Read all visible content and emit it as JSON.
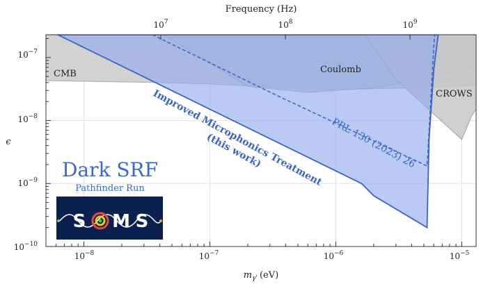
{
  "chart_data": {
    "type": "area",
    "xlabel": "m",
    "xlabel_sub": "γ'",
    "xlabel_unit": "(eV)",
    "ylabel": "ϵ",
    "top_xlabel": "Frequency (Hz)",
    "xscale": "log",
    "yscale": "log",
    "xlim": [
      5e-09,
      1.3e-05
    ],
    "ylim": [
      1e-10,
      2.3e-07
    ],
    "grid": true,
    "x_ticks": [
      {
        "base": "10",
        "exp": "−8",
        "value": 1e-08
      },
      {
        "base": "10",
        "exp": "−7",
        "value": 1e-07
      },
      {
        "base": "10",
        "exp": "−6",
        "value": 1e-06
      },
      {
        "base": "10",
        "exp": "−5",
        "value": 1e-05
      }
    ],
    "y_ticks": [
      {
        "base": "10",
        "exp": "−10",
        "value": 1e-10
      },
      {
        "base": "10",
        "exp": "−9",
        "value": 1e-09
      },
      {
        "base": "10",
        "exp": "−8",
        "value": 1e-08
      },
      {
        "base": "10",
        "exp": "−7",
        "value": 1e-07
      }
    ],
    "top_ticks": [
      {
        "base": "10",
        "exp": "7",
        "value": 10000000.0
      },
      {
        "base": "10",
        "exp": "8",
        "value": 100000000.0
      },
      {
        "base": "10",
        "exp": "9",
        "value": 1000000000.0
      }
    ],
    "series": [
      {
        "name": "Improved Microphonics Treatment (this work)",
        "color": "#3a63c8",
        "fill": "#a9bff0",
        "points": [
          [
            6.2e-09,
            2.3e-07
          ],
          [
            1.6e-06,
            1e-09
          ],
          [
            2e-06,
            6.4e-10
          ],
          [
            5.3e-06,
            2e-10
          ],
          [
            5.5e-06,
            5e-09
          ],
          [
            6e-06,
            6.5e-08
          ],
          [
            6.5e-06,
            2.3e-07
          ]
        ]
      },
      {
        "name": "PRL 130 (2023) 26",
        "color": "#3a63c8",
        "dashed": true,
        "points": [
          [
            3.5e-08,
            2.3e-07
          ],
          [
            3.4e-07,
            2.5e-08
          ],
          [
            5.3e-06,
            1.9e-09
          ],
          [
            6e-06,
            1.5e-07
          ],
          [
            6.1e-06,
            2.3e-07
          ]
        ]
      },
      {
        "name": "CMB",
        "color": "#aaaaaa",
        "fill": "#d2d2d2",
        "points": [
          [
            5e-09,
            4.3e-08
          ],
          [
            4e-08,
            4e-08
          ],
          [
            1e-07,
            3.8e-08
          ],
          [
            3e-07,
            3.4e-08
          ],
          [
            1e-06,
            3.1e-08
          ],
          [
            4e-06,
            3.3e-08
          ],
          [
            1.3e-05,
            3.6e-08
          ]
        ]
      },
      {
        "name": "Coulomb",
        "color": "#aaaaaa",
        "fill": "#b8c0cc",
        "points": [
          [
            6.2e-09,
            2.3e-07
          ],
          [
            4.3e-08,
            2.3e-07
          ],
          [
            2e-07,
            3.5e-08
          ],
          [
            6e-07,
            2.8e-08
          ],
          [
            2e-06,
            3.3e-08
          ],
          [
            5e-06,
            4.5e-08
          ],
          [
            1.3e-05,
            7.2e-08
          ]
        ]
      },
      {
        "name": "CROWS",
        "color": "#aaaaaa",
        "fill": "#c8c8c8",
        "points": [
          [
            1.7e-06,
            2.3e-07
          ],
          [
            3e-06,
            4.5e-08
          ],
          [
            1e-05,
            5e-09
          ],
          [
            1.2e-05,
            1.2e-08
          ],
          [
            1.3e-05,
            1.5e-08
          ]
        ]
      }
    ],
    "annotations": {
      "cmb": "CMB",
      "coulomb": "Coulomb",
      "crows": "CROWS",
      "improved_line1": "Improved Microphonics Treatment",
      "improved_line2": "(this work)",
      "prl": "PRL 130 (2023) 26"
    }
  },
  "brand": {
    "title": "Dark SRF",
    "subtitle": "Pathfinder Run",
    "logo_letters": [
      "S",
      "Q",
      "M",
      "S"
    ],
    "logo_bg": "#0a2150",
    "accent": "#3a63c8"
  }
}
